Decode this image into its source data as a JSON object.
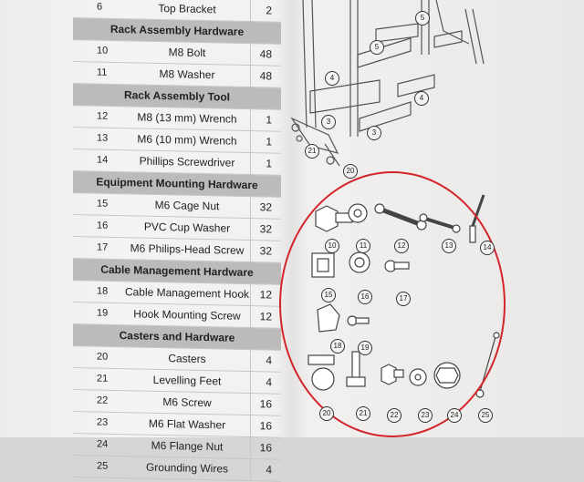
{
  "table": {
    "rows": [
      {
        "type": "item",
        "num": "6",
        "name": "Top Bracket",
        "qty": "2"
      },
      {
        "type": "header",
        "name": "Rack Assembly Hardware"
      },
      {
        "type": "item",
        "num": "10",
        "name": "M8 Bolt",
        "qty": "48"
      },
      {
        "type": "item",
        "num": "11",
        "name": "M8 Washer",
        "qty": "48"
      },
      {
        "type": "header",
        "name": "Rack Assembly Tool"
      },
      {
        "type": "item",
        "num": "12",
        "name": "M8 (13 mm) Wrench",
        "qty": "1"
      },
      {
        "type": "item",
        "num": "13",
        "name": "M6 (10 mm) Wrench",
        "qty": "1"
      },
      {
        "type": "item",
        "num": "14",
        "name": "Phillips Screwdriver",
        "qty": "1"
      },
      {
        "type": "header",
        "name": "Equipment Mounting Hardware"
      },
      {
        "type": "item",
        "num": "15",
        "name": "M6 Cage Nut",
        "qty": "32"
      },
      {
        "type": "item",
        "num": "16",
        "name": "PVC Cup Washer",
        "qty": "32"
      },
      {
        "type": "item",
        "num": "17",
        "name": "M6 Philips-Head Screw",
        "qty": "32"
      },
      {
        "type": "header",
        "name": "Cable Management Hardware"
      },
      {
        "type": "item",
        "num": "18",
        "name": "Cable Management Hook",
        "qty": "12"
      },
      {
        "type": "item",
        "num": "19",
        "name": "Hook Mounting Screw",
        "qty": "12"
      },
      {
        "type": "header",
        "name": "Casters and Hardware"
      },
      {
        "type": "item",
        "num": "20",
        "name": "Casters",
        "qty": "4"
      },
      {
        "type": "item",
        "num": "21",
        "name": "Levelling Feet",
        "qty": "4"
      },
      {
        "type": "item",
        "num": "22",
        "name": "M6 Screw",
        "qty": "16"
      },
      {
        "type": "item",
        "num": "23",
        "name": "M6 Flat Washer",
        "qty": "16"
      },
      {
        "type": "item",
        "num": "24",
        "name": "M6 Flange Nut",
        "qty": "16"
      },
      {
        "type": "item",
        "num": "25",
        "name": "Grounding Wires",
        "qty": "4"
      }
    ]
  },
  "diagram": {
    "frame_callouts": [
      "5",
      "5",
      "4",
      "4",
      "3",
      "3",
      "21",
      "20"
    ],
    "parts_callouts": [
      "10",
      "11",
      "12",
      "13",
      "14",
      "15",
      "16",
      "17",
      "18",
      "19",
      "20",
      "21",
      "22",
      "23",
      "24",
      "25"
    ]
  },
  "colors": {
    "highlight_circle": "#d3252a",
    "header_band": "#bdbbb9"
  }
}
